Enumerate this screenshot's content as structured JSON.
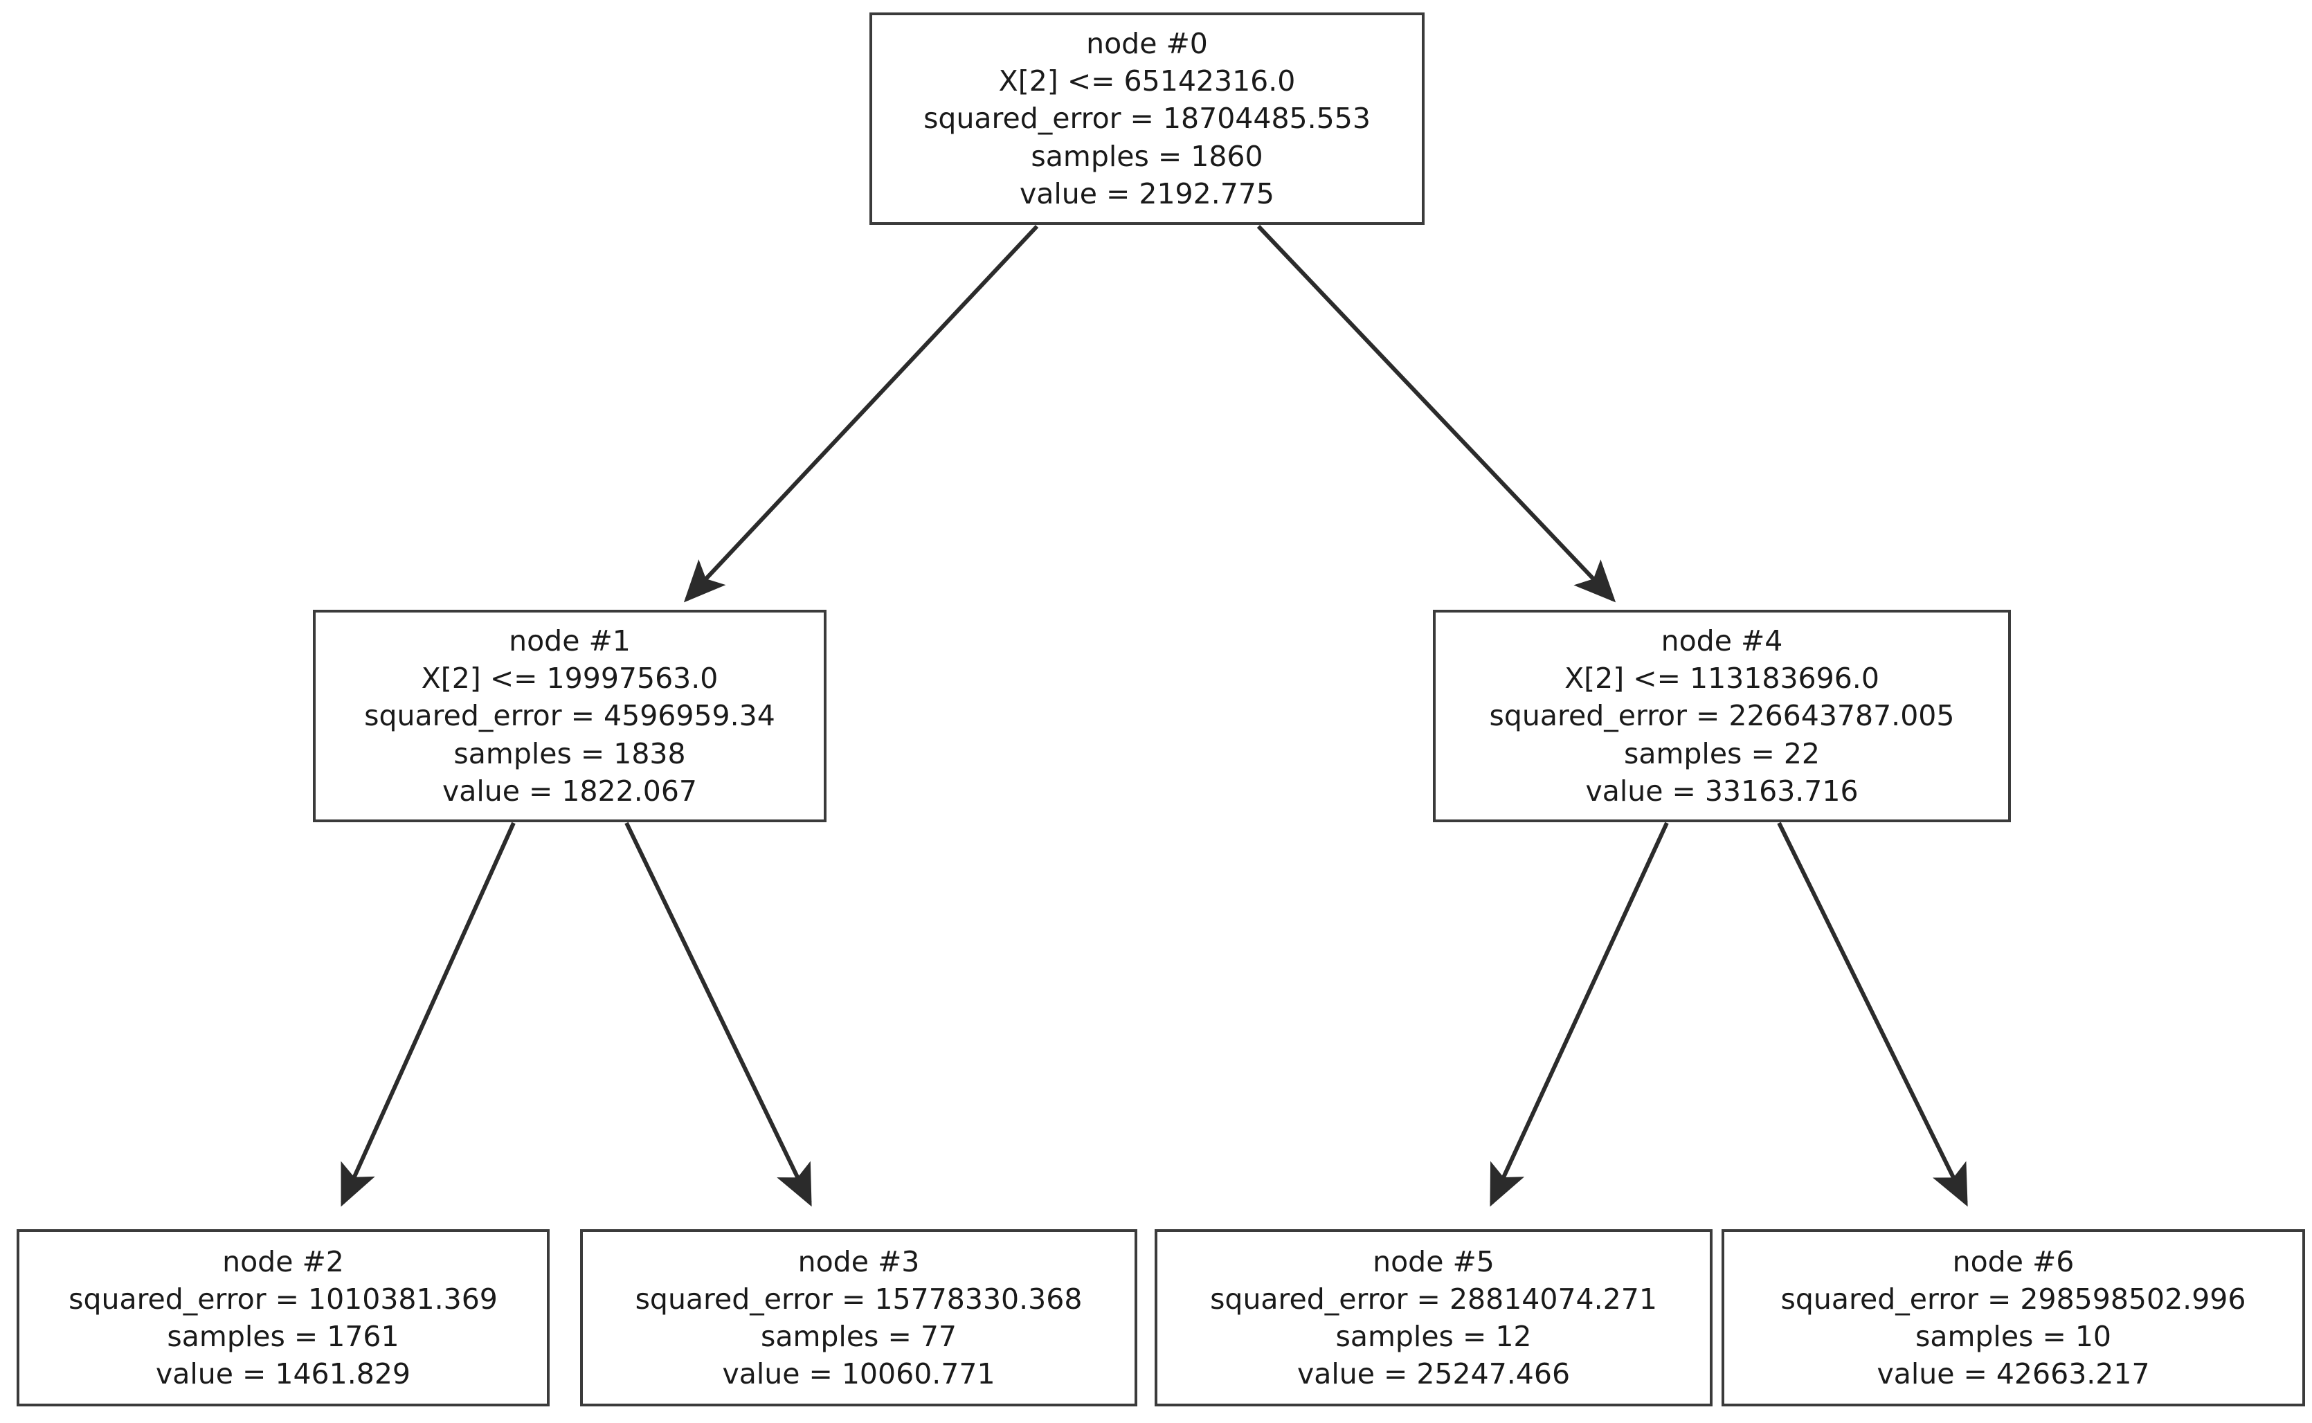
{
  "figure": {
    "kind": "decision-tree-diagram",
    "background_color": "#ffffff",
    "node_border_color": "#3b3b3b",
    "node_fill_color": "#ffffff",
    "edge_color": "#2b2b2b",
    "text_color": "#1a1a1a"
  },
  "chart_data": {
    "type": "tree",
    "title": "",
    "criterion": "squared_error",
    "split_feature": "X[2]",
    "max_depth": 2,
    "node_count": 7,
    "nodes": [
      {
        "id": 0,
        "label": "node #0",
        "condition": "X[2] <= 65142316.0",
        "squared_error": "squared_error = 18704485.553",
        "samples": "samples = 1860",
        "value": "value = 2192.775",
        "threshold": 65142316.0,
        "squared_error_value": 18704485.553,
        "samples_value": 1860,
        "value_value": 2192.775,
        "is_leaf": false,
        "children": [
          1,
          4
        ]
      },
      {
        "id": 1,
        "label": "node #1",
        "condition": "X[2] <= 19997563.0",
        "squared_error": "squared_error = 4596959.34",
        "samples": "samples = 1838",
        "value": "value = 1822.067",
        "threshold": 19997563.0,
        "squared_error_value": 4596959.34,
        "samples_value": 1838,
        "value_value": 1822.067,
        "is_leaf": false,
        "children": [
          2,
          3
        ]
      },
      {
        "id": 2,
        "label": "node #2",
        "condition": "",
        "squared_error": "squared_error = 1010381.369",
        "samples": "samples = 1761",
        "value": "value = 1461.829",
        "squared_error_value": 1010381.369,
        "samples_value": 1761,
        "value_value": 1461.829,
        "is_leaf": true,
        "children": []
      },
      {
        "id": 3,
        "label": "node #3",
        "condition": "",
        "squared_error": "squared_error = 15778330.368",
        "samples": "samples = 77",
        "value": "value = 10060.771",
        "squared_error_value": 15778330.368,
        "samples_value": 77,
        "value_value": 10060.771,
        "is_leaf": true,
        "children": []
      },
      {
        "id": 4,
        "label": "node #4",
        "condition": "X[2] <= 113183696.0",
        "squared_error": "squared_error = 226643787.005",
        "samples": "samples = 22",
        "value": "value = 33163.716",
        "threshold": 113183696.0,
        "squared_error_value": 226643787.005,
        "samples_value": 22,
        "value_value": 33163.716,
        "is_leaf": false,
        "children": [
          5,
          6
        ]
      },
      {
        "id": 5,
        "label": "node #5",
        "condition": "",
        "squared_error": "squared_error = 28814074.271",
        "samples": "samples = 12",
        "value": "value = 25247.466",
        "squared_error_value": 28814074.271,
        "samples_value": 12,
        "value_value": 25247.466,
        "is_leaf": true,
        "children": []
      },
      {
        "id": 6,
        "label": "node #6",
        "condition": "",
        "squared_error": "squared_error = 298598502.996",
        "samples": "samples = 10",
        "value": "value = 42663.217",
        "squared_error_value": 298598502.996,
        "samples_value": 10,
        "value_value": 42663.217,
        "is_leaf": true,
        "children": []
      }
    ],
    "edges": [
      {
        "from": 0,
        "to": 1,
        "branch": "true"
      },
      {
        "from": 0,
        "to": 4,
        "branch": "false"
      },
      {
        "from": 1,
        "to": 2,
        "branch": "true"
      },
      {
        "from": 1,
        "to": 3,
        "branch": "false"
      },
      {
        "from": 4,
        "to": 5,
        "branch": "true"
      },
      {
        "from": 4,
        "to": 6,
        "branch": "false"
      }
    ]
  }
}
